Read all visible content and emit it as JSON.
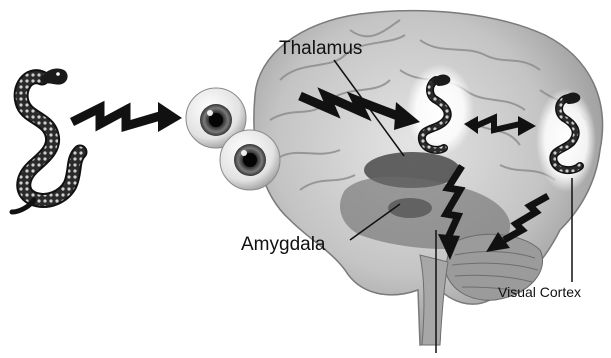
{
  "labels": {
    "thalamus": "Thalamus",
    "amygdala": "Amygdala",
    "visual_cortex": "Visual Cortex"
  },
  "colors": {
    "background": "#ffffff",
    "brain_gray": "#bdbdbd",
    "ink": "#111111"
  },
  "icons": [
    "snake-icon",
    "eye-icon",
    "zigzag-arrow-icon",
    "brain-illustration"
  ]
}
